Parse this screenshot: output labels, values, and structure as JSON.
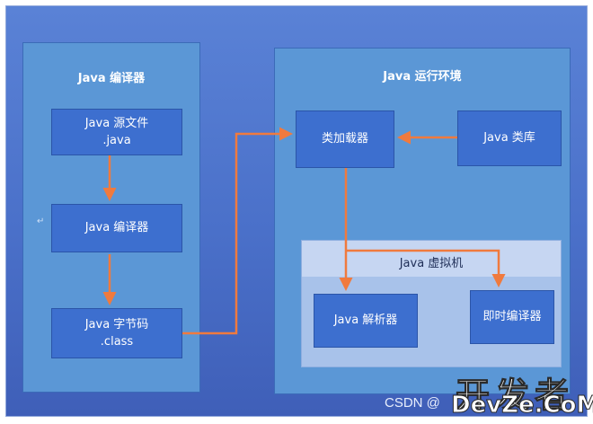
{
  "compiler_panel": {
    "title": "Java 编译器",
    "source_file": {
      "line1": "Java 源文件",
      "line2": ".java"
    },
    "compiler": {
      "label": "Java 编译器"
    },
    "bytecode": {
      "line1": "Java 字节码",
      "line2": ".class"
    }
  },
  "runtime_panel": {
    "title": "Java 运行环境",
    "class_loader": {
      "label": "类加载器"
    },
    "class_library": {
      "label": "Java 类库"
    },
    "jvm": {
      "title": "Java 虚拟机",
      "interpreter": {
        "label": "Java 解析器"
      },
      "jit": {
        "label": "即时编译器"
      }
    }
  },
  "watermark": {
    "csdn": "CSDN @",
    "site_cn": "开发者",
    "site_en": "DevZe.CoM"
  },
  "colors": {
    "arrow": "#f07a3e",
    "box": "#3d6fcf",
    "panel": "#5b97d6"
  }
}
